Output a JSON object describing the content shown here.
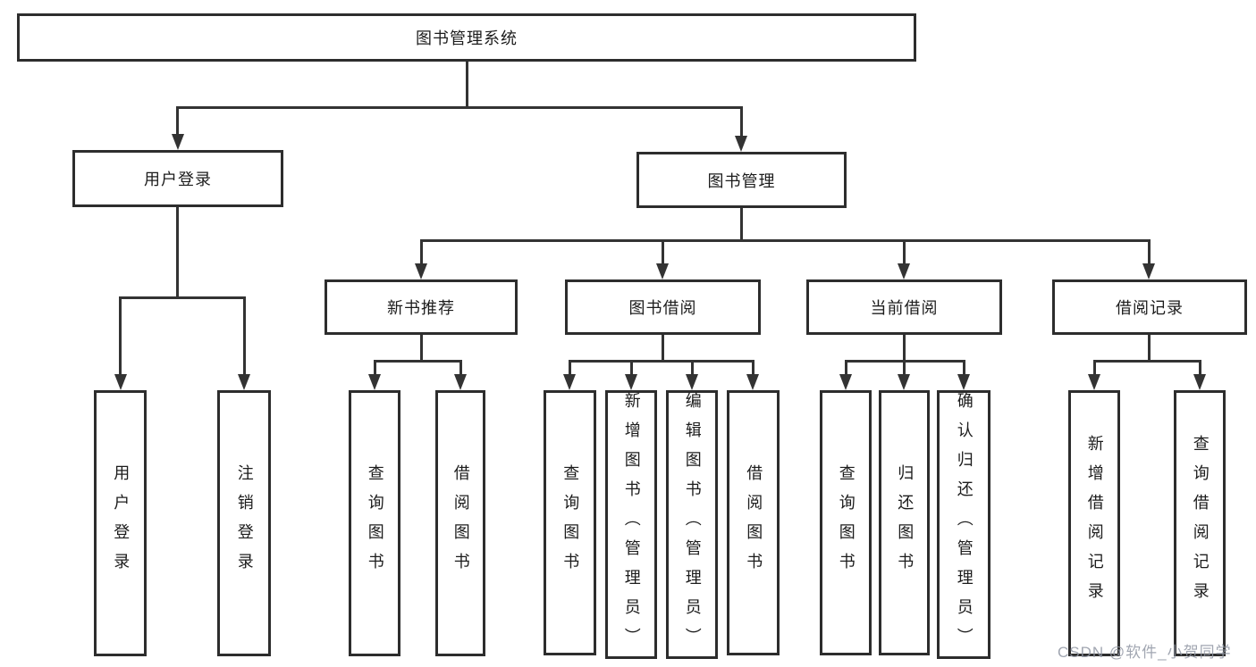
{
  "diagram_title": "图书管理系统",
  "nodes": {
    "root": "图书管理系统",
    "user_login": "用户登录",
    "book_mgmt": "图书管理",
    "new_book": "新书推荐",
    "book_borrow": "图书借阅",
    "current_borrow": "当前借阅",
    "borrow_records": "借阅记录",
    "leaf_user_login": "用户登录",
    "leaf_logout": "注销登录",
    "leaf_nb_query": "查询图书",
    "leaf_nb_borrow": "借阅图书",
    "leaf_bb_query": "查询图书",
    "leaf_bb_add": "新增图书（管理员）",
    "leaf_bb_edit": "编辑图书（管理员）",
    "leaf_bb_borrow": "借阅图书",
    "leaf_cb_query": "查询图书",
    "leaf_cb_return": "归还图书",
    "leaf_cb_confirm": "确认归还（管理员）",
    "leaf_br_add": "新增借阅记录",
    "leaf_br_query": "查询借阅记录"
  },
  "hierarchy": {
    "root": "图书管理系统",
    "children": [
      {
        "label": "用户登录",
        "children": [
          "用户登录",
          "注销登录"
        ]
      },
      {
        "label": "图书管理",
        "children": [
          {
            "label": "新书推荐",
            "children": [
              "查询图书",
              "借阅图书"
            ]
          },
          {
            "label": "图书借阅",
            "children": [
              "查询图书",
              "新增图书（管理员）",
              "编辑图书（管理员）",
              "借阅图书"
            ]
          },
          {
            "label": "当前借阅",
            "children": [
              "查询图书",
              "归还图书",
              "确认归还（管理员）"
            ]
          },
          {
            "label": "借阅记录",
            "children": [
              "新增借阅记录",
              "查询借阅记录"
            ]
          }
        ]
      }
    ]
  },
  "watermark": "CSDN @软件_小贺同学",
  "colors": {
    "line": "#333333",
    "border": "#2d2d2d",
    "text": "#1c1c1c",
    "watermark": "#9197a3",
    "background": "#ffffff"
  }
}
